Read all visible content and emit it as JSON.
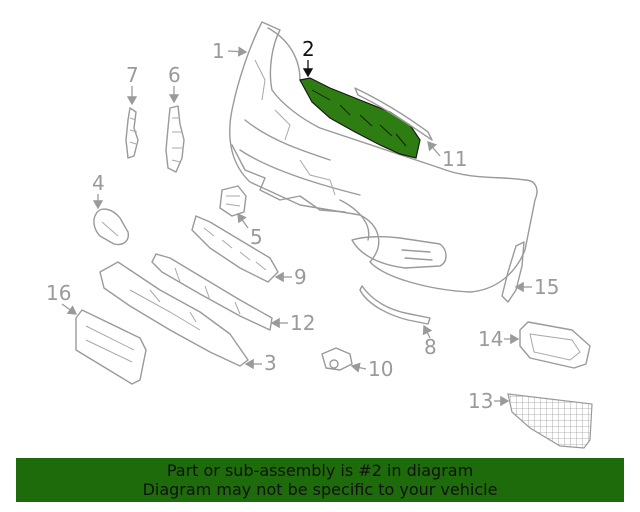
{
  "diagram": {
    "callouts": [
      "1",
      "2",
      "3",
      "4",
      "5",
      "6",
      "7",
      "8",
      "9",
      "10",
      "11",
      "12",
      "13",
      "14",
      "15",
      "16"
    ],
    "highlight_color": "#2e7d12"
  },
  "banner": {
    "line1": "Part or sub-assembly is #2 in diagram",
    "line2": "Diagram may not be specific to your vehicle",
    "background": "#1e6b0b"
  }
}
